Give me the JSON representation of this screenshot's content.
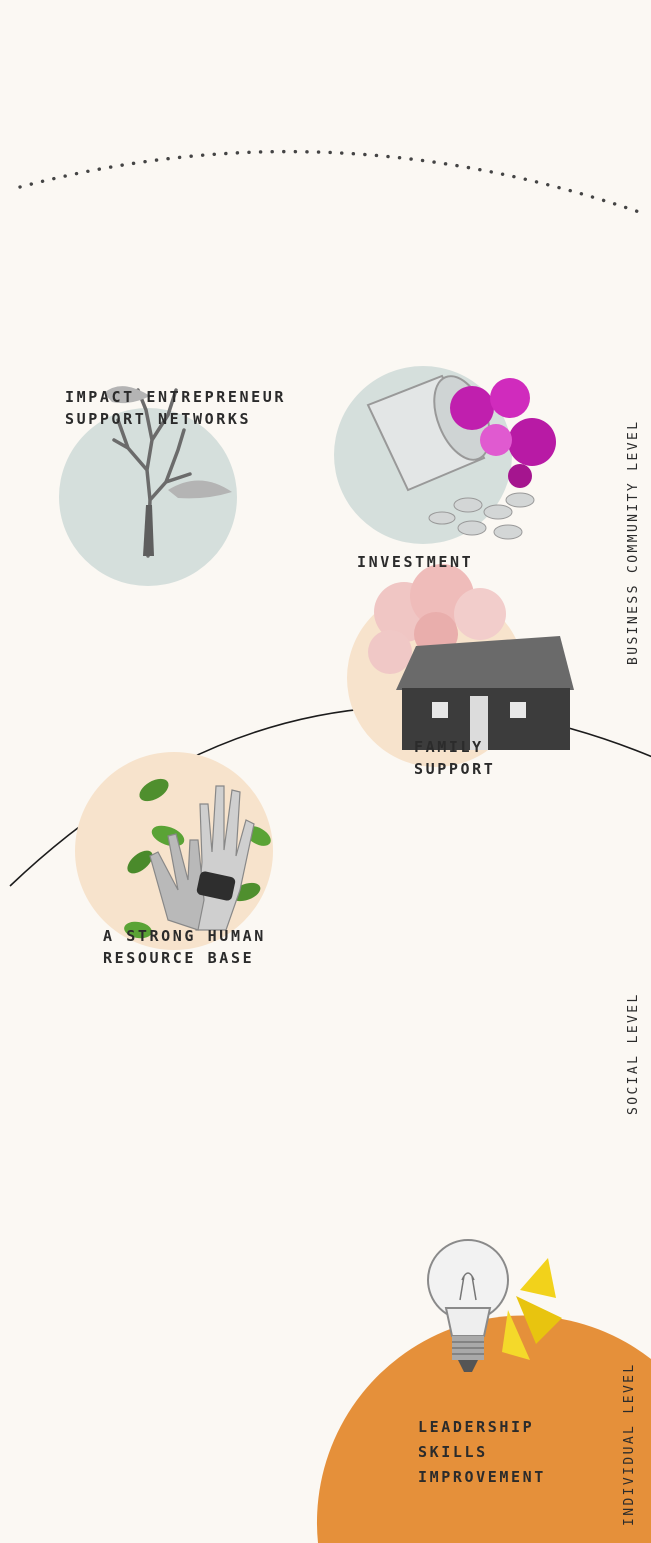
{
  "colors": {
    "background": "#fbf8f3",
    "teal_circle": "#d5dfdc",
    "peach_circle": "#f7e3cc",
    "orange_circle": "#e5903a",
    "text": "#2b2b2b"
  },
  "levels": {
    "business": "BUSINESS COMMUNITY LEVEL",
    "social": "SOCIAL LEVEL",
    "individual": "INDIVIDUAL LEVEL"
  },
  "items": {
    "networks": {
      "label": "IMPACT ENTREPRENEUR\nSUPPORT NETWORKS",
      "icon": "tree-with-hands-icon"
    },
    "investment": {
      "label": "INVESTMENT",
      "icon": "coin-jar-with-orchids-icon"
    },
    "family": {
      "label": "FAMILY\nSUPPORT",
      "icon": "house-with-rose-icon"
    },
    "human_resource": {
      "label": "A STRONG HUMAN\nRESOURCE BASE",
      "icon": "hands-with-leaves-icon"
    },
    "leadership": {
      "label": "LEADERSHIP\nSKILLS\nIMPROVEMENT",
      "icon": "lightbulb-with-lily-icon"
    }
  }
}
